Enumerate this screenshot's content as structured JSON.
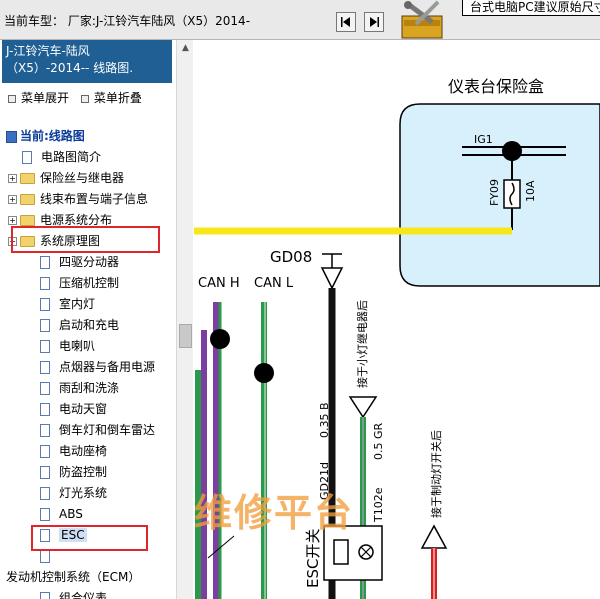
{
  "header": {
    "vehicle_line": "当前车型：  厂家:J-江铃汽车陆风（X5）2014-",
    "top_note": "台式电脑PC建议原始尺寸浏览"
  },
  "panel": {
    "title_line1": "J-江铃汽车-陆风",
    "title_line2": "（X5）-2014-- 线路图.",
    "expand_label": "菜单展开",
    "collapse_label": "菜单折叠"
  },
  "tree": [
    {
      "label": "当前:线路图",
      "kind": "title"
    },
    {
      "label": "电路图简介",
      "kind": "doc"
    },
    {
      "label": "保险丝与继电器",
      "kind": "folder",
      "expander": "+"
    },
    {
      "label": "线束布置与端子信息",
      "kind": "folder",
      "expander": "+"
    },
    {
      "label": "电源系统分布",
      "kind": "folder",
      "expander": "+"
    },
    {
      "label": "系统原理图",
      "kind": "folder",
      "expander": "−"
    },
    {
      "label": "四驱分动器",
      "kind": "doc"
    },
    {
      "label": "压缩机控制",
      "kind": "doc"
    },
    {
      "label": "室内灯",
      "kind": "doc"
    },
    {
      "label": "启动和充电",
      "kind": "doc"
    },
    {
      "label": "电喇叭",
      "kind": "doc"
    },
    {
      "label": "点烟器与备用电源",
      "kind": "doc"
    },
    {
      "label": "雨刮和洗涤",
      "kind": "doc"
    },
    {
      "label": "电动天窗",
      "kind": "doc"
    },
    {
      "label": "倒车灯和倒车雷达",
      "kind": "doc"
    },
    {
      "label": "电动座椅",
      "kind": "doc"
    },
    {
      "label": "防盗控制",
      "kind": "doc"
    },
    {
      "label": "灯光系统",
      "kind": "doc"
    },
    {
      "label": "ABS",
      "kind": "doc"
    },
    {
      "label": "ESC",
      "kind": "doc",
      "selected": true
    },
    {
      "label": "",
      "kind": "doc"
    },
    {
      "label": "发动机控制系统（ECM）",
      "kind": "text"
    },
    {
      "label": "组合仪表",
      "kind": "doc"
    }
  ],
  "diagram": {
    "fuse_box_label": "仪表台保险盒",
    "fuse_name": "IG1",
    "fuse_id": "FY09",
    "fuse_rating": "10A",
    "ground_label": "GD08",
    "can_h": "CAN H",
    "can_l": "CAN L",
    "note_relay": "接于小灯继电器后",
    "note_brake": "接于制动灯开关后",
    "wire_035b": "0.35 B",
    "wire_05gr": "0.5 GR",
    "wire_gd21d": "GD21d",
    "wire_t102e": "T102e",
    "esc_switch": "ESC开关",
    "watermark": "维修平台",
    "colors": {
      "yellow_wire": "#f7e71a",
      "fuse_box": "#d7f0fb",
      "green_wire": "#2a9a4a",
      "purple_wire": "#7b3fa0",
      "red_wire": "#d82020",
      "highlight": "#e0262b"
    }
  }
}
